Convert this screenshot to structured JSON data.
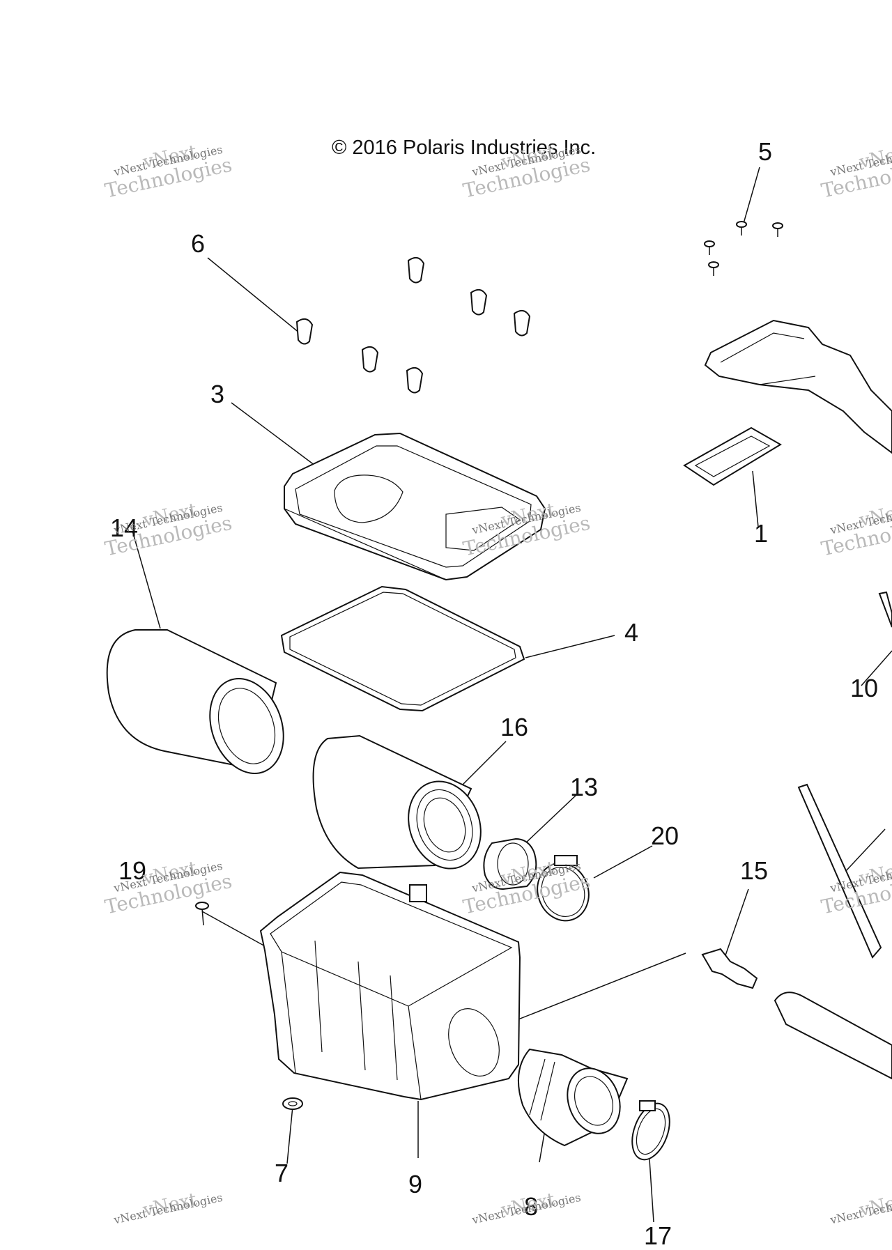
{
  "copyright": "© 2016 Polaris Industries Inc.",
  "watermark": {
    "line1": "vNext",
    "line2": "vNext Technologies",
    "line3": "Technologies"
  },
  "callouts": {
    "c1": "1",
    "c3": "3",
    "c4": "4",
    "c5": "5",
    "c6": "6",
    "c7": "7",
    "c8": "8",
    "c9": "9",
    "c10": "10",
    "c13": "13",
    "c14": "14",
    "c15": "15",
    "c16": "16",
    "c17": "17",
    "c19": "19",
    "c20": "20"
  }
}
